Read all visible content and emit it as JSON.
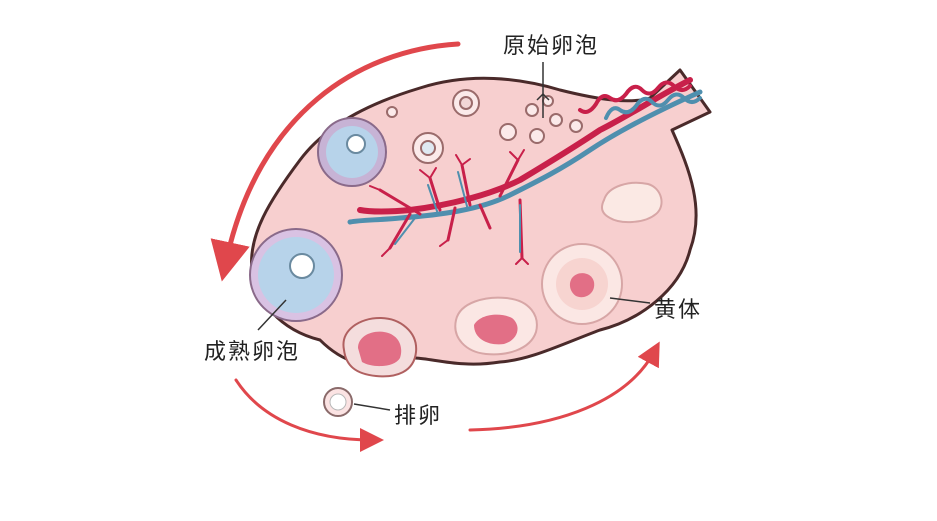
{
  "diagram": {
    "labels": {
      "primordial_follicle": "原始卵泡",
      "mature_follicle": "成熟卵泡",
      "ovulation": "排卵",
      "corpus_luteum": "黄体"
    },
    "colors": {
      "background": "#ffffff",
      "ovary_fill": "#f7cfcf",
      "ovary_outline": "#4a2a2a",
      "artery": "#c8204a",
      "vein": "#4f8fae",
      "follicle_blue": "#b7d3ea",
      "cycle_arrow": "#e0474c",
      "corpus_center": "#e26f86",
      "corpus_outer": "#fbe7e4"
    }
  }
}
